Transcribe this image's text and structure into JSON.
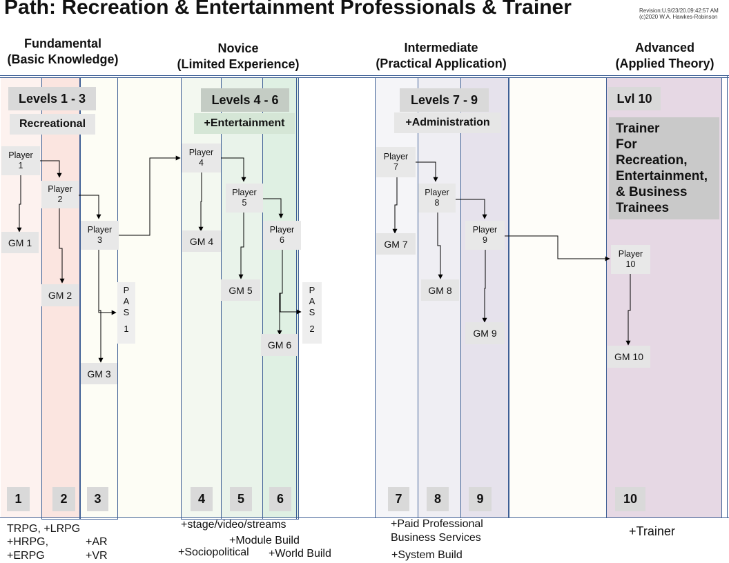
{
  "title": "Path: Recreation & Entertainment Professionals & Trainer",
  "revision": {
    "line1": "Revision:U.9/23/20.09:42:57 AM",
    "line2": "(c)2020 W.A. Hawkes-Robinson"
  },
  "phases": {
    "fundamental": {
      "line1": "Fundamental",
      "line2": "(Basic Knowledge)"
    },
    "novice": {
      "line1": "Novice",
      "line2": "(Limited Experience)"
    },
    "intermediate": {
      "line1": "Intermediate",
      "line2": "(Practical Application)"
    },
    "advanced": {
      "line1": "Advanced",
      "line2": "(Applied Theory)"
    }
  },
  "levels": {
    "l1_3": {
      "title": "Levels 1 - 3",
      "sub": "Recreational"
    },
    "l4_6": {
      "title": "Levels 4 - 6",
      "sub": "+Entertainment"
    },
    "l7_9": {
      "title": "Levels 7 - 9",
      "sub": "+Administration"
    },
    "l10": {
      "title": "Lvl 10"
    }
  },
  "trainer": {
    "line1": "Trainer",
    "line2": "For",
    "line3": "Recreation,",
    "line4": "Entertainment,",
    "line5": "& Business",
    "line6": "Trainees"
  },
  "players": {
    "p1": {
      "label": "Player",
      "num": "1"
    },
    "p2": {
      "label": "Player",
      "num": "2"
    },
    "p3": {
      "label": "Player",
      "num": "3"
    },
    "p4": {
      "label": "Player",
      "num": "4"
    },
    "p5": {
      "label": "Player",
      "num": "5"
    },
    "p6": {
      "label": "Player",
      "num": "6"
    },
    "p7": {
      "label": "Player",
      "num": "7"
    },
    "p8": {
      "label": "Player",
      "num": "8"
    },
    "p9": {
      "label": "Player",
      "num": "9"
    },
    "p10": {
      "label": "Player",
      "num": "10"
    }
  },
  "gms": {
    "gm1": "GM 1",
    "gm2": "GM 2",
    "gm3": "GM 3",
    "gm4": "GM 4",
    "gm5": "GM 5",
    "gm6": "GM 6",
    "gm7": "GM 7",
    "gm8": "GM 8",
    "gm9": "GM 9",
    "gm10": "GM 10"
  },
  "pas": {
    "pas1": {
      "c1": "P",
      "c2": "A",
      "c3": "S",
      "c4": "1"
    },
    "pas2": {
      "c1": "P",
      "c2": "A",
      "c3": "S",
      "c4": "2"
    }
  },
  "numbers": {
    "n1": "1",
    "n2": "2",
    "n3": "3",
    "n4": "4",
    "n5": "5",
    "n6": "6",
    "n7": "7",
    "n8": "8",
    "n9": "9",
    "n10": "10"
  },
  "footer": {
    "fundamental": {
      "a": "TRPG, +LRPG",
      "b": "+HRPG,",
      "c": "+ERPG",
      "d": "+AR",
      "e": "+VR"
    },
    "novice": {
      "a": "+stage/video/streams",
      "b": "+Module Build",
      "c": "+Sociopolitical",
      "d": "+World Build"
    },
    "intermediate": {
      "a": "+Paid Professional",
      "b": "Business Services",
      "c": "+System Build"
    },
    "advanced": {
      "a": "+Trainer"
    }
  },
  "colors": {
    "col1": "#fdf2ef",
    "col2": "#fbe5e0",
    "col3": "#fdfdf5",
    "col4": "#f3f8f0",
    "col5": "#e9f3ea",
    "col6": "#dff0e3",
    "col7": "#f5f5f8",
    "col8": "#efeef3",
    "col9": "#e6e2ec",
    "col10": "#e6d8e4",
    "border": "#3e5f95"
  }
}
